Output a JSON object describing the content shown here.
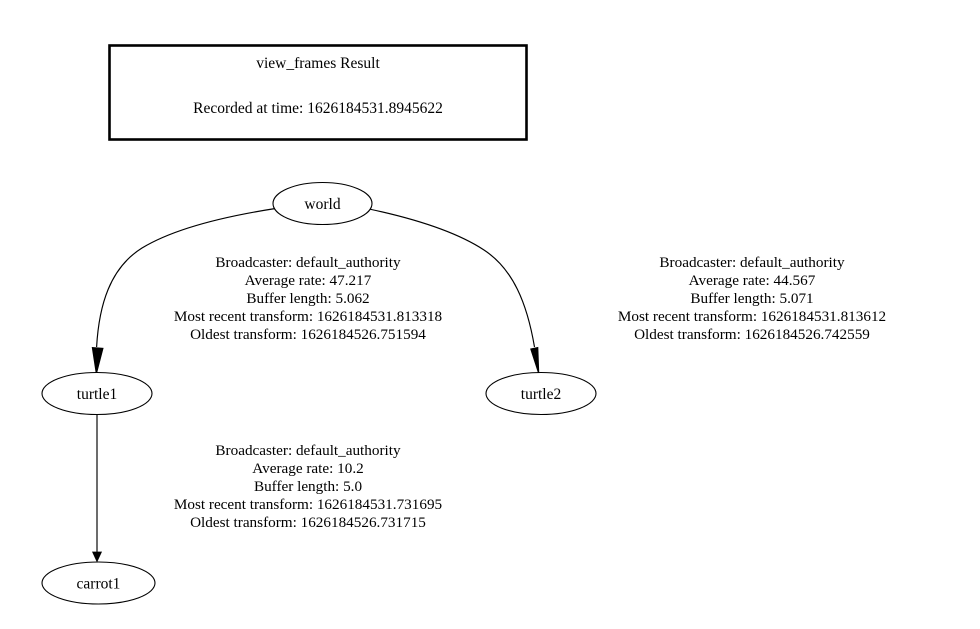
{
  "header": {
    "title": "view_frames Result",
    "recorded": "Recorded at time: 1626184531.8945622"
  },
  "nodes": [
    {
      "id": "world",
      "label": "world"
    },
    {
      "id": "turtle1",
      "label": "turtle1"
    },
    {
      "id": "turtle2",
      "label": "turtle2"
    },
    {
      "id": "carrot1",
      "label": "carrot1"
    }
  ],
  "edges": [
    {
      "id": "world-turtle1",
      "from": "world",
      "to": "turtle1",
      "lines": [
        "Broadcaster: default_authority",
        "Average rate: 47.217",
        "Buffer length: 5.062",
        "Most recent transform: 1626184531.813318",
        "Oldest transform: 1626184526.751594"
      ],
      "broadcaster": "default_authority",
      "average_rate": "47.217",
      "buffer_length": "5.062",
      "most_recent_transform": "1626184531.813318",
      "oldest_transform": "1626184526.751594"
    },
    {
      "id": "world-turtle2",
      "from": "world",
      "to": "turtle2",
      "lines": [
        "Broadcaster: default_authority",
        "Average rate: 44.567",
        "Buffer length: 5.071",
        "Most recent transform: 1626184531.813612",
        "Oldest transform: 1626184526.742559"
      ],
      "broadcaster": "default_authority",
      "average_rate": "44.567",
      "buffer_length": "5.071",
      "most_recent_transform": "1626184531.813612",
      "oldest_transform": "1626184526.742559"
    },
    {
      "id": "turtle1-carrot1",
      "from": "turtle1",
      "to": "carrot1",
      "lines": [
        "Broadcaster: default_authority",
        "Average rate: 10.2",
        "Buffer length: 5.0",
        "Most recent transform: 1626184531.731695",
        "Oldest transform: 1626184526.731715"
      ],
      "broadcaster": "default_authority",
      "average_rate": "10.2",
      "buffer_length": "5.0",
      "most_recent_transform": "1626184531.731695",
      "oldest_transform": "1626184526.731715"
    }
  ],
  "colors": {
    "background": "#ffffff",
    "stroke": "#000000",
    "text": "#000000"
  }
}
